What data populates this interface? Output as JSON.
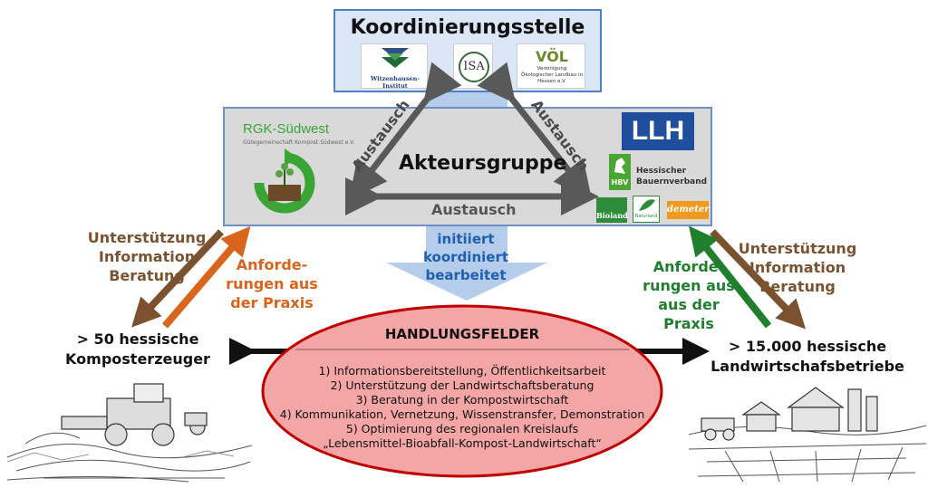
{
  "koordinierung": {
    "title": "Koordinierungsstelle",
    "logos": [
      "Witzenhausen-Institut",
      "ISA",
      "VÖL"
    ],
    "voel_sub": "Vereinigung Ökologischer Landbau in Hessen e.V."
  },
  "akteursgruppe": {
    "title": "Akteursgruppe",
    "rgk_title": "RGK-Südwest",
    "rgk_sub": "Gütegemeinschaft Kompost Südwest e.V.",
    "llh": "LLH",
    "hbv_badge": "HBV",
    "hbv_name_1": "Hessischer",
    "hbv_name_2": "Bauernverband",
    "bioland": "Bioland",
    "naturland": "Naturland",
    "demeter": "demeter"
  },
  "exchange": {
    "left": "Austausch",
    "right": "Austausch",
    "bottom": "Austausch"
  },
  "center_arrow": {
    "line1": "initiiert",
    "line2": "koordiniert",
    "line3": "bearbeitet"
  },
  "left_side": {
    "support_1": "Unterstützung",
    "support_2": "Information",
    "support_3": "Beratung",
    "req_1": "Anforde-",
    "req_2": "rungen aus",
    "req_3": "der Praxis",
    "target_1": "> 50 hessische",
    "target_2": "Komposterzeuger"
  },
  "right_side": {
    "support_1": "Unterstützung",
    "support_2": "Information",
    "support_3": "Beratung",
    "req_1": "Anforde-",
    "req_2": "rungen aus",
    "req_3": "aus der Praxis",
    "target_1": "> 15.000 hessische",
    "target_2": "Landwirtschafsbetriebe"
  },
  "handlungsfelder": {
    "title": "HANDLUNGSFELDER",
    "items": [
      "1) Informationsbereitstellung, Öffentlichkeitsarbeit",
      "2) Unterstützung der Landwirtschaftsberatung",
      "3) Beratung in der Kompostwirtschaft",
      "4) Kommunikation, Vernetzung, Wissenstransfer, Demonstration",
      "5) Optimierung des regionalen Kreislaufs",
      "„Lebensmittel-Bioabfall-Kompost-Landwirtschaft“"
    ]
  },
  "colors": {
    "brown": "#7b5230",
    "orange": "#d9641b",
    "green": "#1f7f2d",
    "ellipse_fill": "#f4a6a6",
    "ellipse_stroke": "#c00000",
    "llh_blue": "#1f4e9c"
  }
}
